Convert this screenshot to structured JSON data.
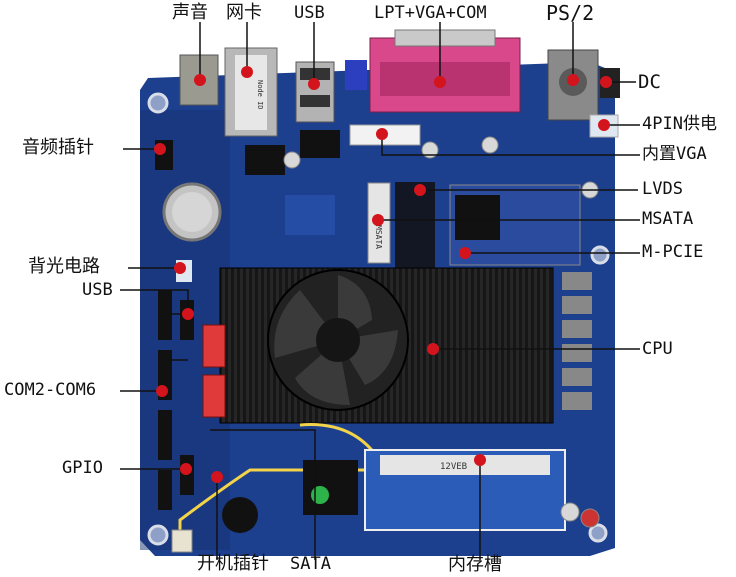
{
  "labels": {
    "audio_out": "声音",
    "network": "网卡",
    "usb_top": "USB",
    "lpt_vga_com": "LPT+VGA+COM",
    "ps2": "PS/2",
    "dc": "DC",
    "pin4_power": "4PIN供电",
    "internal_vga": "内置VGA",
    "lvds": "LVDS",
    "msata": "MSATA",
    "mpcie": "M-PCIE",
    "audio_pins": "音频插针",
    "backlight": "背光电路",
    "usb_left": "USB",
    "com2_com6": "COM2-COM6",
    "cpu": "CPU",
    "gpio": "GPIO",
    "power_pins": "开机插针",
    "sata": "SATA",
    "memory_slot": "内存槽"
  },
  "board_markings": {
    "node_id": "Node ID",
    "msata_slot": "MSATA",
    "ram_slot": "12VEB"
  },
  "colors": {
    "pcb": "#1c3f8e",
    "pcb_dark": "#15316f",
    "heatsink": "#1a1a1a",
    "fan": "#2a2a2a",
    "parallel_port": "#d9488a",
    "vga_blue": "#2b3fbf",
    "sata_red": "#e03a3a",
    "marker_red": "#d4141d",
    "line": "#111111"
  }
}
